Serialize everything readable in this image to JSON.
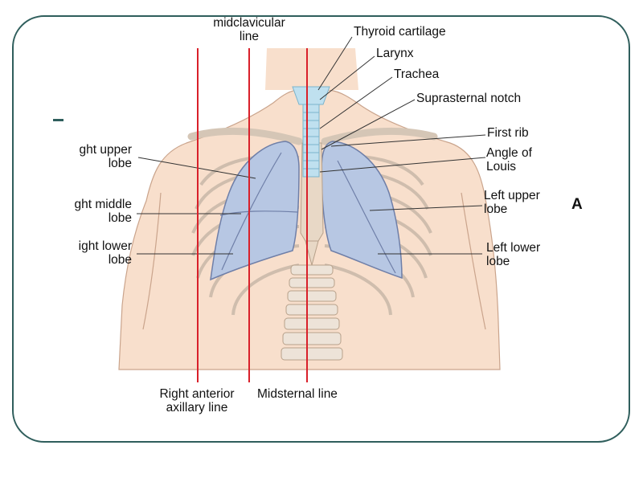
{
  "figure": {
    "panel_letter": "A",
    "labels": {
      "midclavicular_line": [
        "midclavicular",
        "line"
      ],
      "thyroid_cartilage": "Thyroid cartilage",
      "larynx": "Larynx",
      "trachea": "Trachea",
      "suprasternal_notch": "Suprasternal notch",
      "first_rib": "First rib",
      "angle_of_louis": [
        "Angle of",
        "Louis"
      ],
      "right_upper_lobe": [
        "ght upper",
        "lobe"
      ],
      "right_middle_lobe": [
        "ght middle",
        "lobe"
      ],
      "right_lower_lobe": [
        "ight lower",
        "lobe"
      ],
      "left_upper_lobe": [
        "Left upper",
        "lobe"
      ],
      "left_lower_lobe": [
        "Left lower",
        "lobe"
      ],
      "right_anterior_axillary_line": [
        "Right anterior",
        "axillary line"
      ],
      "midsternal_line": "Midsternal line"
    },
    "colors": {
      "frame_border": "#2f5e5c",
      "skin": "#f8dfcc",
      "lung": "#b7c7e3",
      "reference_line": "#d9202a",
      "airway": "#bfe0ef"
    }
  }
}
